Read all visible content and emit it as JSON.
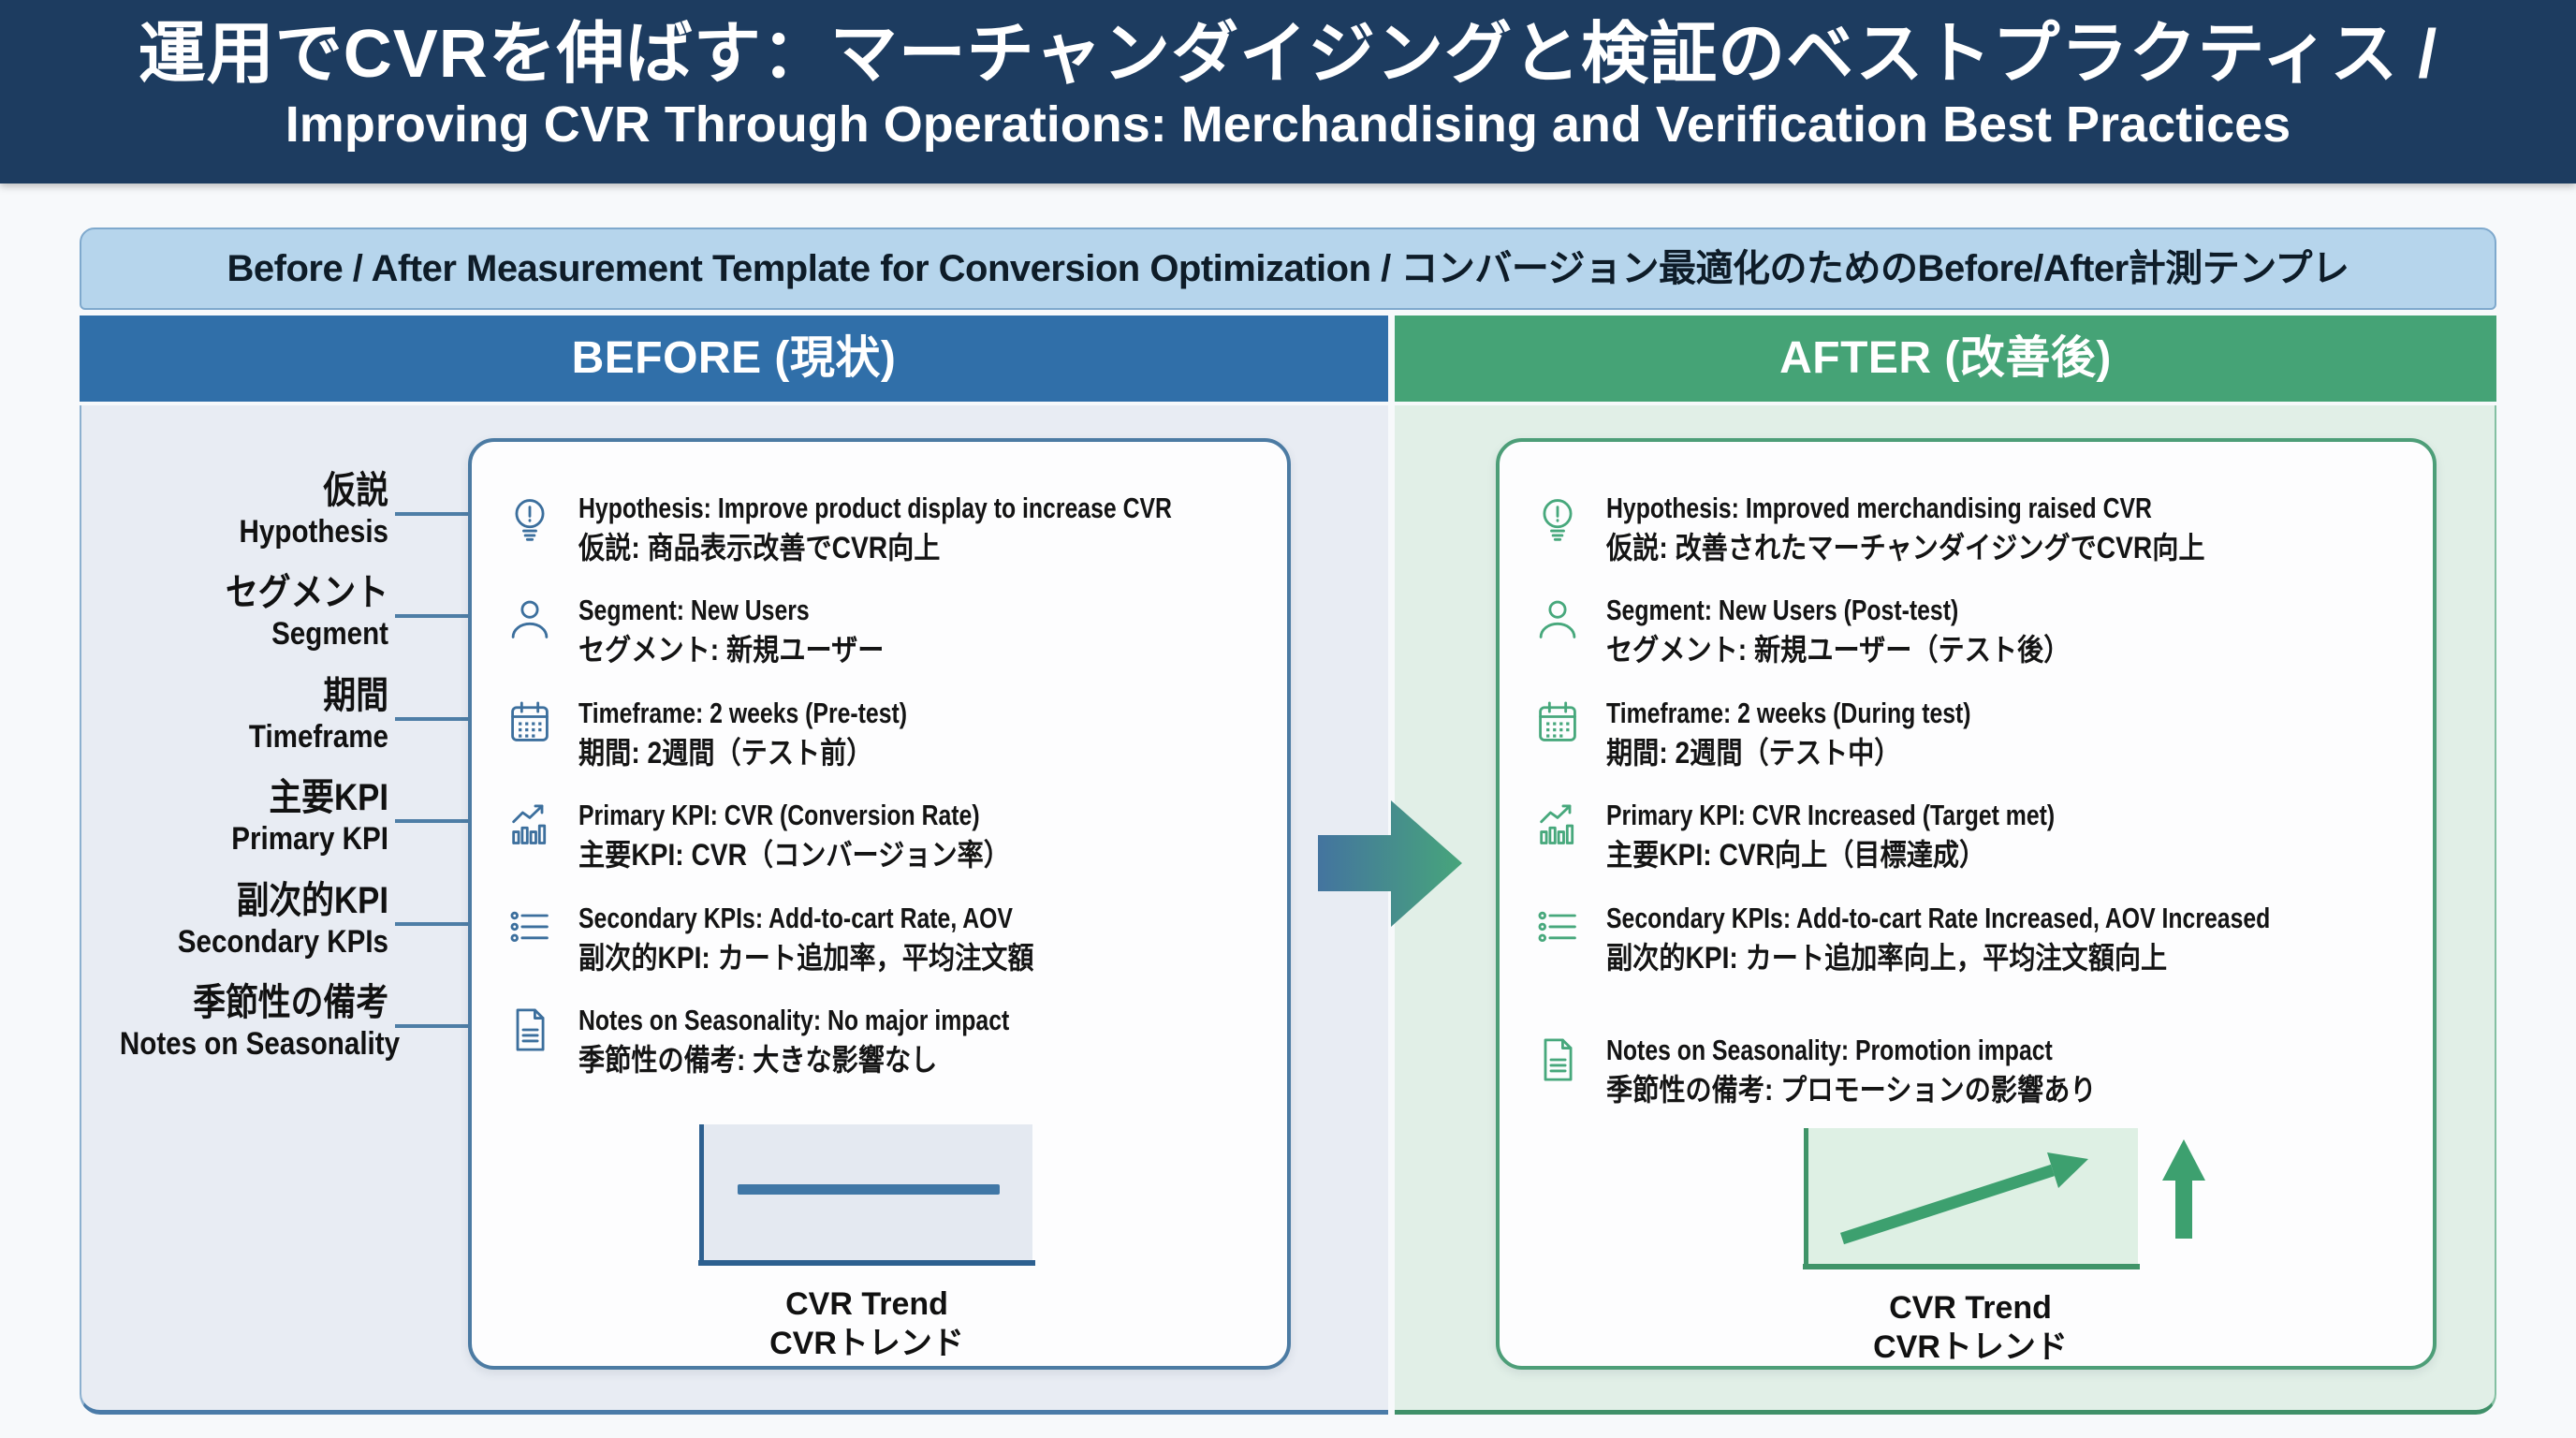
{
  "slide": {
    "title_jp": "運用でCVRを伸ばす：マーチャンダイジングと検証のベストプラクティス /",
    "title_en": "Improving CVR Through Operations: Merchandising and Verification Best Practices",
    "template_header": "Before / After Measurement Template for Conversion Optimization / コンバージョン最適化のためのBefore/After計測テンプレ"
  },
  "columns": {
    "before": {
      "header": "BEFORE (現状)",
      "accent": "#306fa9",
      "body_bg": "#e8ecf3",
      "card_border": "#4c7ba3",
      "icon_color": "#3c6f9d"
    },
    "after": {
      "header": "AFTER (改善後)",
      "accent": "#45a376",
      "body_bg": "#e1efe7",
      "card_border": "#4d9e78",
      "icon_color": "#47a87c"
    }
  },
  "row_labels": [
    {
      "jp": "仮説",
      "en": "Hypothesis"
    },
    {
      "jp": "セグメント",
      "en": "Segment"
    },
    {
      "jp": "期間",
      "en": "Timeframe"
    },
    {
      "jp": "主要KPI",
      "en": "Primary KPI"
    },
    {
      "jp": "副次的KPI",
      "en": "Secondary KPIs"
    },
    {
      "jp": "季節性の備考",
      "en": "Notes on Seasonality"
    }
  ],
  "before": {
    "rows": [
      {
        "icon": "lightbulb-icon",
        "en": "Hypothesis: Improve product display to increase CVR",
        "jp": "仮説: 商品表示改善でCVR向上"
      },
      {
        "icon": "person-icon",
        "en": "Segment: New Users",
        "jp": "セグメント: 新規ユーザー"
      },
      {
        "icon": "calendar-icon",
        "en": "Timeframe: 2 weeks (Pre-test)",
        "jp": "期間: 2週間（テスト前）"
      },
      {
        "icon": "kpi-chart-icon",
        "en": "Primary KPI: CVR (Conversion Rate)",
        "jp": "主要KPI: CVR（コンバージョン率）"
      },
      {
        "icon": "list-icon",
        "en": "Secondary KPIs: Add-to-cart Rate, AOV",
        "jp": "副次的KPI: カート追加率，平均注文額"
      },
      {
        "icon": "document-icon",
        "en": "Notes on Seasonality: No major impact",
        "jp": "季節性の備考: 大きな影響なし"
      }
    ],
    "chart": {
      "label_en": "CVR Trend",
      "label_jp": "CVRトレンド",
      "trend": "flat",
      "line_color": "#4077a6"
    }
  },
  "after": {
    "rows": [
      {
        "icon": "lightbulb-icon",
        "en": "Hypothesis: Improved merchandising raised CVR",
        "jp": "仮説: 改善されたマーチャンダイジングでCVR向上"
      },
      {
        "icon": "person-icon",
        "en": "Segment: New Users (Post-test)",
        "jp": "セグメント: 新規ユーザー（テスト後）"
      },
      {
        "icon": "calendar-icon",
        "en": "Timeframe: 2 weeks (During test)",
        "jp": "期間: 2週間（テスト中）"
      },
      {
        "icon": "kpi-chart-icon",
        "en": "Primary KPI: CVR Increased (Target met)",
        "jp": "主要KPI: CVR向上（目標達成）"
      },
      {
        "icon": "list-icon",
        "en": "Secondary KPIs: Add-to-cart Rate Increased, AOV Increased",
        "jp": "副次的KPI: カート追加率向上，平均注文額向上"
      },
      {
        "icon": "document-icon",
        "en": "Notes on Seasonality: Promotion impact",
        "jp": "季節性の備考: プロモーションの影響あり"
      }
    ],
    "chart": {
      "label_en": "CVR Trend",
      "label_jp": "CVRトレンド",
      "trend": "rising",
      "line_color": "#3da06f"
    }
  },
  "colors": {
    "title_band": "#1d3c60",
    "template_header_bg": "#b6d5ec",
    "connector": "#4e7ea6",
    "mid_arrow_start": "#44749f",
    "mid_arrow_end": "#47a57b"
  }
}
